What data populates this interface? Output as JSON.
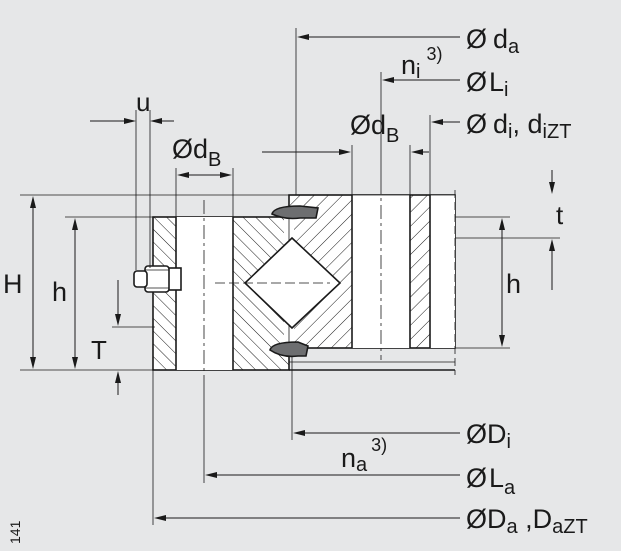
{
  "diagram": {
    "figure_number": "141",
    "colors": {
      "background": "#e6e7e8",
      "ring_fill": "#ffffff",
      "line": "#1a1a1a",
      "seal_fill": "#6d6e70"
    },
    "labels": {
      "da": {
        "sym": "Ø",
        "main": "d",
        "sub": "a"
      },
      "ni": {
        "main": "n",
        "sub": "i",
        "sup": "3)"
      },
      "Li": {
        "sym": "Ø",
        "main": "L",
        "sub": "i"
      },
      "di": {
        "sym": "Ø",
        "main": "d",
        "sub": "i",
        "sep": ", ",
        "main2": "d",
        "sub2": "iZT"
      },
      "dB_right": {
        "sym": "Ø",
        "main": "d",
        "sub": "B"
      },
      "dB_left": {
        "sym": "Ø",
        "main": "d",
        "sub": "B"
      },
      "u": "u",
      "t": "t",
      "H": "H",
      "h_left": "h",
      "h_right": "h",
      "T": "T",
      "Di": {
        "sym": "Ø",
        "main": "D",
        "sub": "i"
      },
      "na": {
        "main": "n",
        "sub": "a",
        "sup": "3)"
      },
      "La": {
        "sym": "Ø",
        "main": "L",
        "sub": "a"
      },
      "Da": {
        "sym": "Ø",
        "main": "D",
        "sub": "a",
        "sep": " ,",
        "main2": "D",
        "sub2": "aZT"
      }
    }
  }
}
